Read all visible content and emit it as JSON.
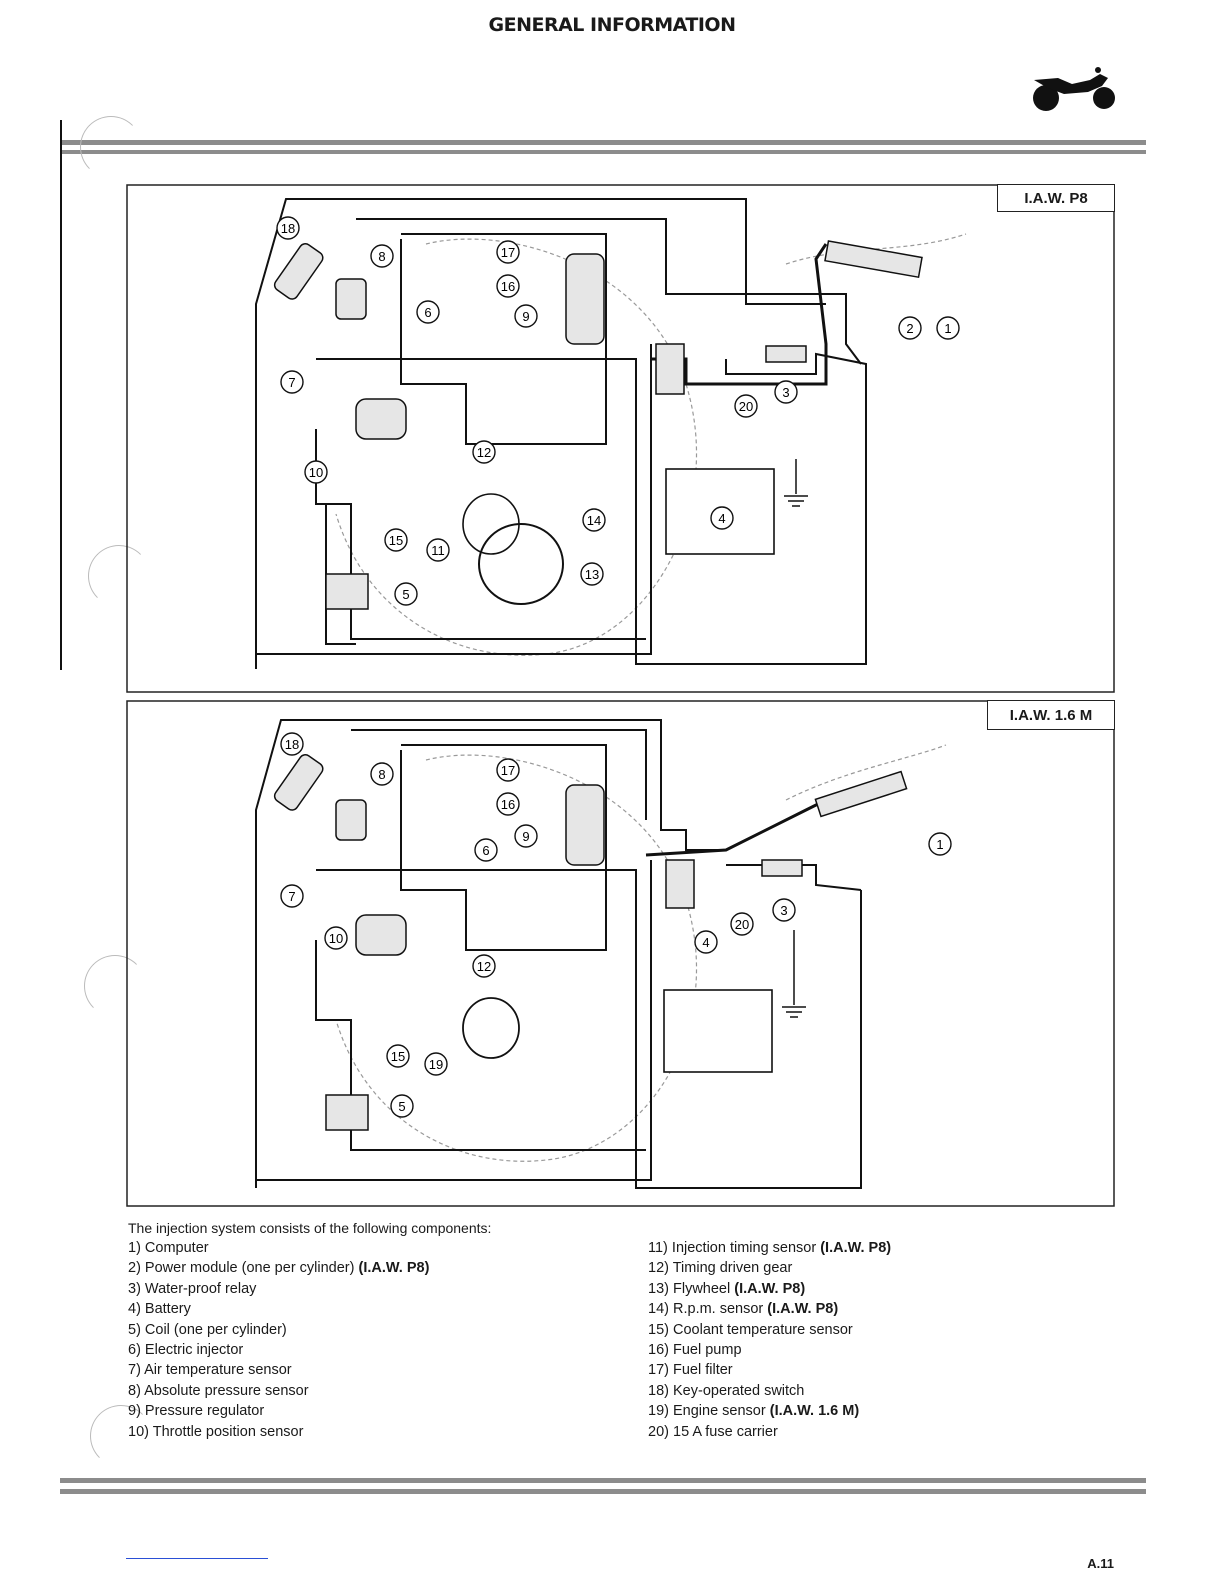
{
  "header": {
    "title": "GENERAL INFORMATION"
  },
  "icons": {
    "section_icon": "motorcycle-icon"
  },
  "diagrams": [
    {
      "label": "I.A.W. P8",
      "callouts": [
        "18",
        "8",
        "17",
        "16",
        "9",
        "6",
        "7",
        "10",
        "12",
        "15",
        "11",
        "14",
        "13",
        "5",
        "4",
        "20",
        "3",
        "2",
        "1"
      ]
    },
    {
      "label": "I.A.W. 1.6 M",
      "callouts": [
        "18",
        "8",
        "17",
        "16",
        "9",
        "6",
        "7",
        "10",
        "12",
        "15",
        "19",
        "5",
        "4",
        "20",
        "3",
        "1"
      ]
    }
  ],
  "legend": {
    "intro": "The injection system consists of the following components:",
    "items": [
      {
        "num": "1)",
        "text": "Computer",
        "tag": ""
      },
      {
        "num": "2)",
        "text": "Power module (one per cylinder) ",
        "tag": "(I.A.W. P8)"
      },
      {
        "num": "3)",
        "text": "Water-proof relay",
        "tag": ""
      },
      {
        "num": "4)",
        "text": "Battery",
        "tag": ""
      },
      {
        "num": "5)",
        "text": "Coil (one per cylinder)",
        "tag": ""
      },
      {
        "num": "6)",
        "text": "Electric injector",
        "tag": ""
      },
      {
        "num": "7)",
        "text": "Air temperature sensor",
        "tag": ""
      },
      {
        "num": "8)",
        "text": "Absolute pressure sensor",
        "tag": ""
      },
      {
        "num": "9)",
        "text": "Pressure regulator",
        "tag": ""
      },
      {
        "num": "10)",
        "text": "Throttle position sensor",
        "tag": ""
      },
      {
        "num": "11)",
        "text": "Injection timing sensor ",
        "tag": "(I.A.W. P8)"
      },
      {
        "num": "12)",
        "text": "Timing driven gear",
        "tag": ""
      },
      {
        "num": "13)",
        "text": "Flywheel ",
        "tag": "(I.A.W. P8)"
      },
      {
        "num": "14)",
        "text": "R.p.m. sensor ",
        "tag": "(I.A.W. P8)"
      },
      {
        "num": "15)",
        "text": "Coolant temperature sensor",
        "tag": ""
      },
      {
        "num": "16)",
        "text": "Fuel pump",
        "tag": ""
      },
      {
        "num": "17)",
        "text": "Fuel filter",
        "tag": ""
      },
      {
        "num": "18)",
        "text": "Key-operated switch",
        "tag": ""
      },
      {
        "num": "19)",
        "text": "Engine sensor ",
        "tag": "(I.A.W. 1.6 M)"
      },
      {
        "num": "20)",
        "text": "15 A fuse carrier",
        "tag": ""
      }
    ]
  },
  "footer": {
    "page": "A.11"
  }
}
